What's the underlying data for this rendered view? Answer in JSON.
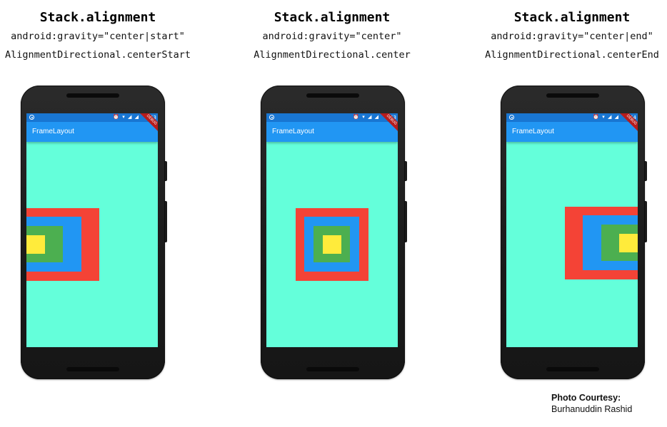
{
  "columns": [
    {
      "title": "Stack.alignment",
      "gravity": "android:gravity=\"center|start\"",
      "alignment": "AlignmentDirectional.centerStart",
      "status_time": "7:53",
      "app_title": "FrameLayout"
    },
    {
      "title": "Stack.alignment",
      "gravity": "android:gravity=\"center\"",
      "alignment": "AlignmentDirectional.center",
      "status_time": "7:53",
      "app_title": "FrameLayout"
    },
    {
      "title": "Stack.alignment",
      "gravity": "android:gravity=\"center|end\"",
      "alignment": "AlignmentDirectional.centerEnd",
      "status_time": "7:54",
      "app_title": "FrameLayout"
    }
  ],
  "debug_banner": "DEBUG",
  "status_icons": "⏰ ▾ ◢ ◢",
  "credit": {
    "line1": "Photo Courtesy:",
    "line2": "Burhanuddin Rashid"
  },
  "colors": {
    "screen_bg": "#64ffda",
    "appbar": "#2196f3",
    "statusbar": "#1976d2",
    "red": "#f44336",
    "blue": "#2196f3",
    "green": "#4caf50",
    "yellow": "#ffeb3b"
  },
  "icons": [
    "location-icon",
    "alarm-icon",
    "wifi-icon",
    "signal-icon",
    "battery-icon"
  ]
}
